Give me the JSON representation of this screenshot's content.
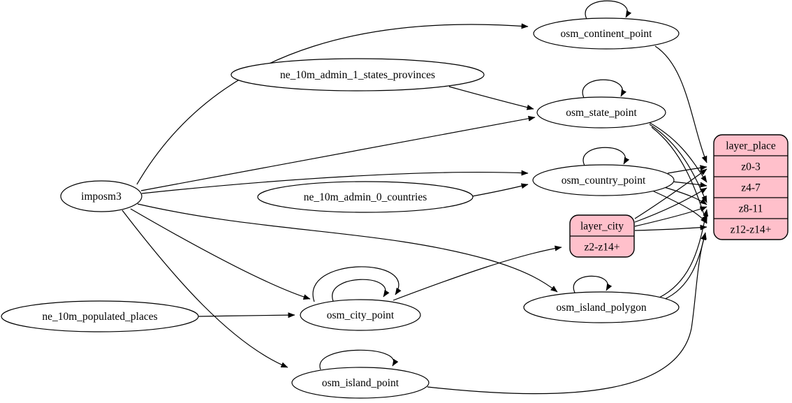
{
  "diagram": {
    "kind": "etl-dependency-graph",
    "colors": {
      "background": "#ffffff",
      "node_fill": "#ffffff",
      "record_fill": "#ffc0cb",
      "stroke": "#000000"
    },
    "nodes": [
      {
        "id": "imposm3",
        "shape": "ellipse",
        "label": "imposm3"
      },
      {
        "id": "ne_10m_admin_1_states_provinces",
        "shape": "ellipse",
        "label": "ne_10m_admin_1_states_provinces"
      },
      {
        "id": "ne_10m_admin_0_countries",
        "shape": "ellipse",
        "label": "ne_10m_admin_0_countries"
      },
      {
        "id": "ne_10m_populated_places",
        "shape": "ellipse",
        "label": "ne_10m_populated_places"
      },
      {
        "id": "osm_continent_point",
        "shape": "ellipse",
        "label": "osm_continent_point"
      },
      {
        "id": "osm_state_point",
        "shape": "ellipse",
        "label": "osm_state_point"
      },
      {
        "id": "osm_country_point",
        "shape": "ellipse",
        "label": "osm_country_point"
      },
      {
        "id": "osm_city_point",
        "shape": "ellipse",
        "label": "osm_city_point"
      },
      {
        "id": "osm_island_polygon",
        "shape": "ellipse",
        "label": "osm_island_polygon"
      },
      {
        "id": "osm_island_point",
        "shape": "ellipse",
        "label": "osm_island_point"
      },
      {
        "id": "layer_city",
        "shape": "record",
        "rows": [
          "layer_city",
          "z2-z14+"
        ]
      },
      {
        "id": "layer_place",
        "shape": "record",
        "rows": [
          "layer_place",
          "z0-3",
          "z4-7",
          "z8-11",
          "z12-z14+"
        ]
      }
    ],
    "edges": [
      {
        "from": "imposm3",
        "to": "osm_continent_point"
      },
      {
        "from": "imposm3",
        "to": "osm_state_point"
      },
      {
        "from": "imposm3",
        "to": "osm_country_point"
      },
      {
        "from": "imposm3",
        "to": "osm_city_point"
      },
      {
        "from": "imposm3",
        "to": "osm_island_polygon"
      },
      {
        "from": "imposm3",
        "to": "osm_island_point"
      },
      {
        "from": "ne_10m_admin_1_states_provinces",
        "to": "osm_state_point"
      },
      {
        "from": "ne_10m_admin_0_countries",
        "to": "osm_country_point"
      },
      {
        "from": "ne_10m_populated_places",
        "to": "osm_city_point"
      },
      {
        "from": "osm_continent_point",
        "to": "osm_continent_point",
        "loop": 1
      },
      {
        "from": "osm_state_point",
        "to": "osm_state_point",
        "loop": 1
      },
      {
        "from": "osm_country_point",
        "to": "osm_country_point",
        "loop": 1
      },
      {
        "from": "osm_city_point",
        "to": "osm_city_point",
        "loop": 1
      },
      {
        "from": "osm_city_point",
        "to": "osm_city_point",
        "loop": 2
      },
      {
        "from": "osm_island_polygon",
        "to": "osm_island_polygon",
        "loop": 1
      },
      {
        "from": "osm_island_point",
        "to": "osm_island_point",
        "loop": 1
      },
      {
        "from": "osm_continent_point",
        "to": "layer_place",
        "port": "z0-3"
      },
      {
        "from": "osm_state_point",
        "to": "layer_place",
        "port": "z4-7"
      },
      {
        "from": "osm_state_point",
        "to": "layer_place",
        "port": "z8-11"
      },
      {
        "from": "osm_state_point",
        "to": "layer_place",
        "port": "z12-z14+"
      },
      {
        "from": "osm_country_point",
        "to": "layer_place",
        "port": "z0-3"
      },
      {
        "from": "osm_country_point",
        "to": "layer_place",
        "port": "z4-7"
      },
      {
        "from": "osm_country_point",
        "to": "layer_place",
        "port": "z8-11"
      },
      {
        "from": "osm_country_point",
        "to": "layer_place",
        "port": "z12-z14+"
      },
      {
        "from": "osm_city_point",
        "to": "layer_city",
        "port": "z2-z14+"
      },
      {
        "from": "layer_city",
        "to": "layer_place",
        "port": "z0-3"
      },
      {
        "from": "layer_city",
        "to": "layer_place",
        "port": "z4-7"
      },
      {
        "from": "layer_city",
        "to": "layer_place",
        "port": "z8-11"
      },
      {
        "from": "layer_city",
        "to": "layer_place",
        "port": "z12-z14+"
      },
      {
        "from": "osm_island_polygon",
        "to": "layer_place",
        "port": "z8-11"
      },
      {
        "from": "osm_island_polygon",
        "to": "layer_place",
        "port": "z12-z14+"
      },
      {
        "from": "osm_island_point",
        "to": "layer_place",
        "port": "z12-z14+"
      }
    ]
  }
}
